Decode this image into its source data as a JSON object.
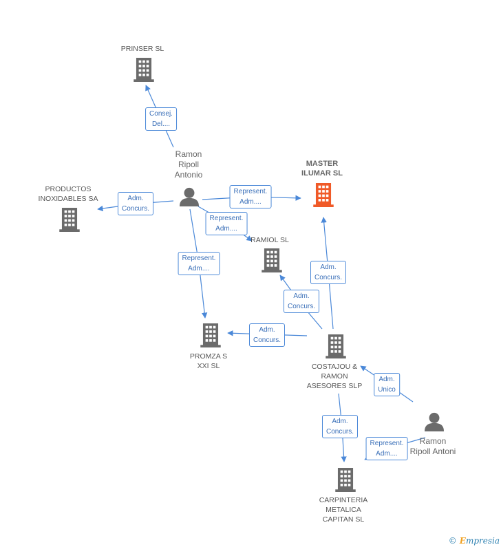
{
  "colors": {
    "edge": "#4a88d8",
    "building": "#6b6b6b",
    "focus_building": "#f05a28",
    "person": "#6b6b6b"
  },
  "companies": {
    "prinser": {
      "name": "PRINSER SL",
      "icon": "building-icon"
    },
    "master": {
      "name_line1": "MASTER",
      "name_line2": "ILUMAR SL",
      "icon": "building-icon"
    },
    "productos": {
      "name_line1": "PRODUCTOS",
      "name_line2": "INOXIDABLES SA",
      "icon": "building-icon"
    },
    "ramiol": {
      "name": "RAMIOL SL",
      "icon": "building-icon"
    },
    "promza": {
      "name_line1": "PROMZA S",
      "name_line2": "XXI SL",
      "icon": "building-icon"
    },
    "costajou": {
      "name_line1": "COSTAJOU &",
      "name_line2": "RAMON",
      "name_line3": "ASESORES SLP",
      "icon": "building-icon"
    },
    "carpinteria": {
      "name_line1": "CARPINTERIA",
      "name_line2": "METALICA",
      "name_line3": "CAPITAN SL",
      "icon": "building-icon"
    }
  },
  "people": {
    "ramon1": {
      "name_line1": "Ramon",
      "name_line2": "Ripoll",
      "name_line3": "Antonio",
      "icon": "person-icon"
    },
    "ramon2": {
      "name_line1": "Ramon",
      "name_line2": "Ripoll Antoni",
      "icon": "person-icon"
    }
  },
  "edges": {
    "e1": {
      "l1": "Consej.",
      "l2": "Del...."
    },
    "e2": {
      "l1": "Adm.",
      "l2": "Concurs."
    },
    "e3": {
      "l1": "Represent.",
      "l2": "Adm...."
    },
    "e4": {
      "l1": "Represent.",
      "l2": "Adm...."
    },
    "e5": {
      "l1": "Represent.",
      "l2": "Adm...."
    },
    "e6": {
      "l1": "Adm.",
      "l2": "Concurs."
    },
    "e7": {
      "l1": "Adm.",
      "l2": "Concurs."
    },
    "e8": {
      "l1": "Adm.",
      "l2": "Concurs."
    },
    "e9": {
      "l1": "Adm.",
      "l2": "Unico"
    },
    "e10": {
      "l1": "Adm.",
      "l2": "Concurs."
    },
    "e11": {
      "l1": "Represent.",
      "l2": "Adm...."
    }
  },
  "brand": {
    "copyright": "©",
    "e": "E",
    "rest": "mpresia"
  }
}
